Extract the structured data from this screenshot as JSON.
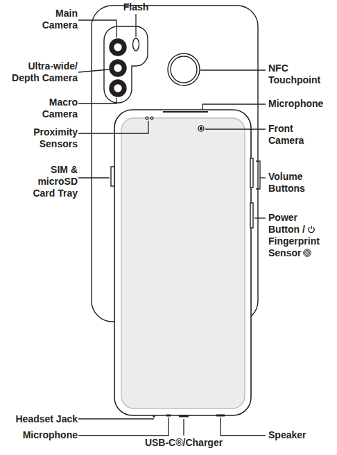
{
  "diagram": {
    "labels": [
      "Main Camera",
      "Flash",
      "Ultra-wide/ Depth Camera",
      "Macro Camera",
      "Proximity Sensors",
      "SIM & microSD Card Tray",
      "NFC Touchpoint",
      "Microphone",
      "Front Camera",
      "Volume Buttons",
      "Power Button / Fingerprint Sensor",
      "Headset Jack",
      "Microphone",
      "USB-C®/Charger",
      "Speaker"
    ]
  }
}
